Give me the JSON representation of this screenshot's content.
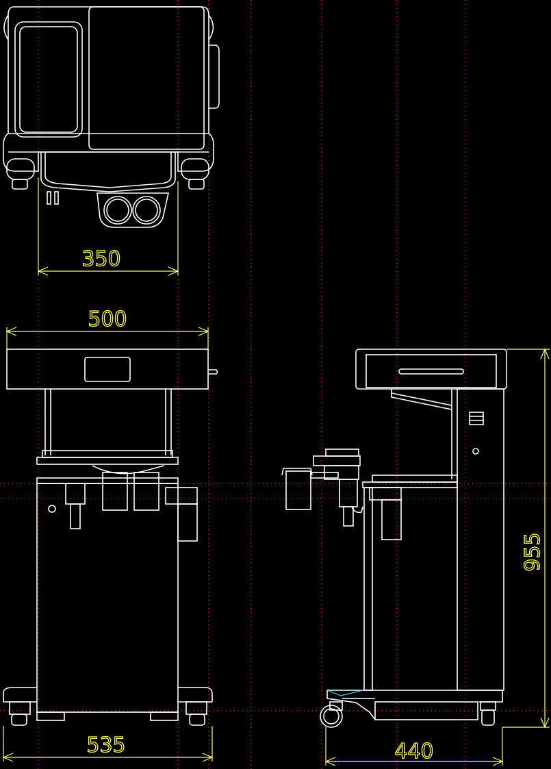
{
  "drawing": {
    "views": [
      "top-view",
      "front-view",
      "side-view"
    ],
    "colors": {
      "background": "#000000",
      "outline": "#ffffff",
      "dimension": "#ffff66",
      "centerline": "#ff3a3a",
      "accent": "#33ddee"
    }
  },
  "dimensions": {
    "top_width": "350",
    "front_top_width": "500",
    "front_base_width": "535",
    "side_height": "955",
    "side_base_depth": "440"
  }
}
